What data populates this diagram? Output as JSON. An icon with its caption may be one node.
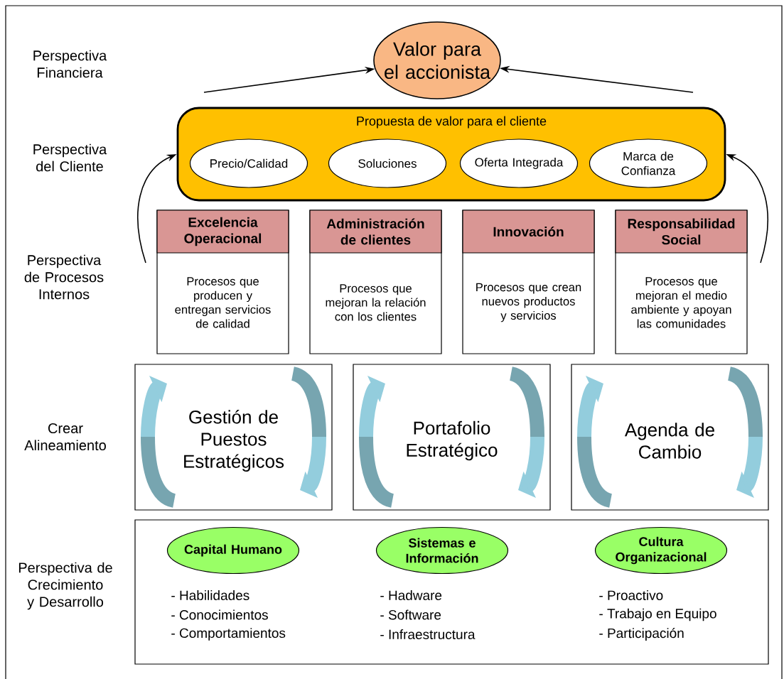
{
  "diagram": {
    "nodes": [
      {
        "text": [
          "Valor para el accionista"
        ]
      },
      {
        "text": [
          "Propuesta de valor para el cliente"
        ]
      },
      {
        "text": [
          "Precio/Calidad"
        ],
        "in": 1
      },
      {
        "text": [
          "Soluciones"
        ],
        "in": 1
      },
      {
        "text": [
          "Oferta Integrada"
        ],
        "in": 1
      },
      {
        "text": [
          "Marca de Confianza"
        ],
        "in": 1
      },
      {
        "text": [
          "Excelencia Operacional",
          "Procesos que producen y entregan servicios de calidad"
        ]
      },
      {
        "text": [
          "Administración de clientes",
          "Procesos que mejoran la relación con los clientes"
        ]
      },
      {
        "text": [
          "Innovación",
          "Procesos que crean nuevos productos y servicios"
        ]
      },
      {
        "text": [
          "Responsabilidad Social",
          "Procesos que mejoran el medio ambiente y apoyan las comunidades"
        ]
      },
      {
        "text": [
          "Gestión de Puestos Estratégicos"
        ]
      },
      {
        "text": [
          "Portafolio Estratégico"
        ]
      },
      {
        "text": [
          "Agenda de Cambio"
        ]
      },
      {
        "text": [],
        "shape": "box"
      },
      {
        "text": [
          "Capital Humano"
        ],
        "in": 13,
        "beside": [
          "- Habilidades",
          "- Conocimientos",
          "- Comportamientos"
        ]
      },
      {
        "text": [
          "Sistemas e Información"
        ],
        "in": 13,
        "beside": [
          "- Hadware",
          "- Software",
          "- Infraestructura"
        ]
      },
      {
        "text": [
          "Cultura Organizacional"
        ],
        "in": 13,
        "beside": [
          "- Proactivo",
          "- Trabajo en Equipo",
          "- Participación"
        ]
      }
    ],
    "edges": [
      {
        "from": null,
        "to": 0,
        "arrow": "to"
      },
      {
        "from": null,
        "to": 0,
        "arrow": "to"
      },
      {
        "from": null,
        "to": 1,
        "arrow": "to"
      },
      {
        "from": null,
        "to": 1,
        "arrow": "to"
      }
    ],
    "labels": [
      "Perspectiva Financiera",
      "Perspectiva del Cliente",
      "Perspectiva de Procesos Internos",
      "Crear Alineamiento",
      "Perspectiva de Crecimiento y Desarrollo"
    ]
  }
}
